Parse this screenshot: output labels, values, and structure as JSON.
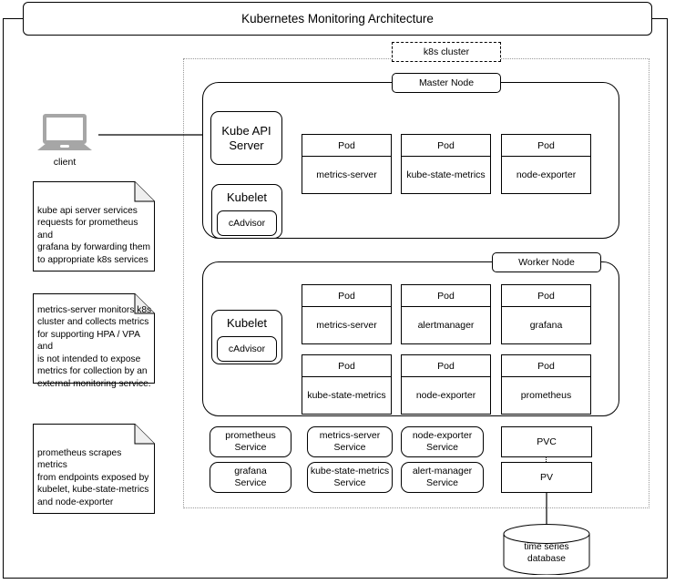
{
  "title": "Kubernetes Monitoring Architecture",
  "cluster": {
    "label": "k8s cluster"
  },
  "client": {
    "label": "client",
    "icon": "laptop-icon"
  },
  "notes": [
    {
      "id": "note-kube-api",
      "text": "kube api server services\nrequests for prometheus and\ngrafana by forwarding them\nto appropriate k8s services"
    },
    {
      "id": "note-metrics-server",
      "text": "metrics-server monitors k8s\ncluster and collects metrics\nfor supporting HPA / VPA and\nis not intended to expose\nmetrics for collection by an\nexternal monitoring service."
    },
    {
      "id": "note-prometheus",
      "text": "prometheus scrapes metrics\nfrom endpoints exposed by\nkubelet, kube-state-metrics\nand node-exporter"
    }
  ],
  "master_node": {
    "label": "Master Node",
    "components": [
      {
        "name": "Kube API Server"
      },
      {
        "name": "Kubelet",
        "child": "cAdvisor"
      }
    ],
    "pods": [
      {
        "header": "Pod",
        "name": "metrics-server"
      },
      {
        "header": "Pod",
        "name": "kube-state-metrics"
      },
      {
        "header": "Pod",
        "name": "node-exporter"
      }
    ]
  },
  "worker_node": {
    "label": "Worker Node",
    "components": [
      {
        "name": "Kubelet",
        "child": "cAdvisor"
      }
    ],
    "pods_row1": [
      {
        "header": "Pod",
        "name": "metrics-server"
      },
      {
        "header": "Pod",
        "name": "alertmanager"
      },
      {
        "header": "Pod",
        "name": "grafana"
      }
    ],
    "pods_row2": [
      {
        "header": "Pod",
        "name": "kube-state-metrics"
      },
      {
        "header": "Pod",
        "name": "node-exporter"
      },
      {
        "header": "Pod",
        "name": "prometheus"
      }
    ]
  },
  "services_row1": [
    {
      "name": "prometheus\nService"
    },
    {
      "name": "metrics-server\nService"
    },
    {
      "name": "node-exporter\nService"
    }
  ],
  "services_row2": [
    {
      "name": "grafana\nService"
    },
    {
      "name": "kube-state-metrics\nService"
    },
    {
      "name": "alert-manager\nService"
    }
  ],
  "storage": {
    "pvc": "PVC",
    "pv": "PV"
  },
  "database": {
    "label": "time series\ndatabase"
  },
  "colors": {
    "stroke": "#000000",
    "background": "#ffffff",
    "cluster_border": "#9a9a9a",
    "client_icon": "#a6a6a6"
  }
}
